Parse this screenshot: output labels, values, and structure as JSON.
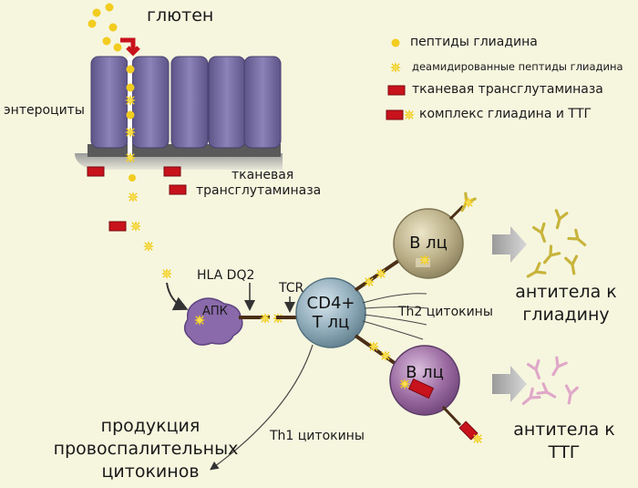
{
  "title": "глютен",
  "labels": {
    "enterocytes": "энтероциты",
    "ttg_tissue_line1": "тканевая",
    "ttg_tissue_line2": "трансглутаминаза",
    "hla": "HLA DQ2",
    "tcr": "TCR",
    "apc": "АПК",
    "cd4_line1": "CD4+",
    "cd4_line2": "Т лц",
    "b_cell_top": "В лц",
    "b_cell_bottom": "В лц",
    "th2": "Th2 цитокины",
    "th1": "Th1 цитокины",
    "antibodies_gliadin_line1": "антитела к",
    "antibodies_gliadin_line2": "глиадину",
    "antibodies_ttg_line1": "антитела к",
    "antibodies_ttg_line2": "ТТГ",
    "production_line1": "продукция",
    "production_line2": "провоспалительных",
    "production_line3": "цитокинов"
  },
  "legend": [
    {
      "icon": "gliadin-peptide-dot-icon",
      "text": "пептиды глиадина"
    },
    {
      "icon": "deamidated-peptide-star-icon",
      "text": "деамидированные пептиды глиадина"
    },
    {
      "icon": "ttg-rectangle-icon",
      "text": "тканевая трансглутаминаза"
    },
    {
      "icon": "gliadin-ttg-complex-icon",
      "text": "комплекс глиадина и ТТГ"
    }
  ],
  "colors": {
    "background": "#f6f6df",
    "peptide": "#f2cc20",
    "ttg": "#c8121c",
    "enterocyte": "#7c72a8",
    "apc": "#8a6aaa",
    "cd4": "#8eaab8",
    "b_cell_gliadin": "#b9ae86",
    "b_cell_ttg": "#9a6aa0",
    "antibody_gliadin": "#c8b43c",
    "antibody_ttg": "#e0a8c8"
  }
}
